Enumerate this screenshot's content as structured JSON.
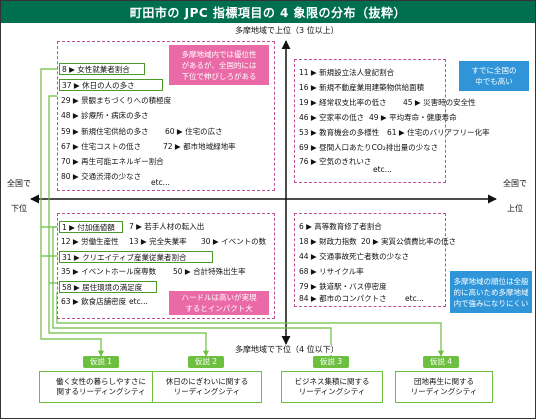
{
  "title": "町田市の JPC 指標項目の 4 象限の分布（抜粋）",
  "axes": {
    "top": "多摩地域で上位（3 位以上）",
    "bottom": "多摩地域で下位（4 位以下）",
    "left_line1": "全国で",
    "left_line2": "下位",
    "right_line1": "全国で",
    "right_line2": "上位"
  },
  "notes": {
    "top_left": [
      "多摩地域内では優位性",
      "があるが、全国的には",
      "下位で伸びしろがある"
    ],
    "bottom_left": [
      "ハードルは高いが実現",
      "するとインパクト大"
    ],
    "top_right": [
      "すでに全国の",
      "中でも高い"
    ],
    "bottom_right": [
      "多摩地域の順位は全般",
      "的に高いため多摩地域",
      "内で強みになりにくい"
    ]
  },
  "quadrants": {
    "top_left": {
      "items": [
        {
          "text": "8 ▶ 女性就業者割合"
        },
        {
          "text": "37 ▶ 休日の人の多さ"
        },
        {
          "text": "29 ▶ 景観まちづくりへの積極度"
        },
        {
          "text": "48 ▶ 診療所・病床の多さ"
        },
        {
          "text": "59 ▶ 新規住宅供給の多さ"
        },
        {
          "text": "60 ▶ 住宅の広さ"
        },
        {
          "text": "67 ▶ 住宅コストの低さ"
        },
        {
          "text": "72 ▶ 都市地域緑地率"
        },
        {
          "text": "70 ▶ 再生可能エネルギー割合"
        },
        {
          "text": "80 ▶ 交通渋滞の少なさ"
        }
      ],
      "etc": "etc..."
    },
    "top_right": {
      "items": [
        {
          "text": "11 ▶ 新規設立法人登記割合"
        },
        {
          "text": "16 ▶ 新規不動産業用建築物供給面積"
        },
        {
          "text": "19 ▶ 経常収支比率の低さ"
        },
        {
          "text": "45 ▶ 災害時の安全性"
        },
        {
          "text": "46 ▶ 空家率の低さ"
        },
        {
          "text": "49 ▶ 平均寿命・健康寿命"
        },
        {
          "text": "53 ▶ 教育機会の多様性"
        },
        {
          "text": "61 ▶ 住宅のバリアフリー化率"
        },
        {
          "text": "69 ▶ 昼間人口あたりCO₂排出量の少なさ"
        },
        {
          "text": "76 ▶ 空気のきれいさ"
        }
      ],
      "etc": "etc..."
    },
    "bottom_left": {
      "items": [
        {
          "text": "1 ▶ 付加価値額"
        },
        {
          "text": "7 ▶ 若手人材の転入出"
        },
        {
          "text": "12 ▶ 労働生産性"
        },
        {
          "text": "13 ▶ 完全失業率"
        },
        {
          "text": "30 ▶ イベントの数"
        },
        {
          "text": "31 ▶ クリエイティブ産業従業者割合"
        },
        {
          "text": "35 ▶ イベントホール席専数"
        },
        {
          "text": "50 ▶ 合計特殊出生率"
        },
        {
          "text": "58 ▶ 居住環境の満足度"
        },
        {
          "text": "63 ▶ 飲食店舗密度"
        }
      ],
      "etc": "etc..."
    },
    "bottom_right": {
      "items": [
        {
          "text": "6 ▶ 高等教育修了者割合"
        },
        {
          "text": "18 ▶ 財政力指数"
        },
        {
          "text": "20 ▶ 実質公債費比率の低さ"
        },
        {
          "text": "44 ▶ 交通事故死亡者数の少なさ"
        },
        {
          "text": "68 ▶ リサイクル率"
        },
        {
          "text": "79 ▶ 鉄道駅・バス停密度"
        },
        {
          "text": "84 ▶ 都市のコンパクトさ"
        }
      ],
      "etc": "etc..."
    }
  },
  "hypotheses": [
    {
      "tag": "仮説 1",
      "line1": "働く女性の暮らしやすさに",
      "line2": "関するリーディングシティ"
    },
    {
      "tag": "仮説 2",
      "line1": "休日のにぎわいに関する",
      "line2": "リーディングシティ"
    },
    {
      "tag": "仮説 3",
      "line1": "ビジネス集積に関する",
      "line2": "リーディングシティ"
    },
    {
      "tag": "仮説 4",
      "line1": "団地再生に関する",
      "line2": "リーディングシティ"
    }
  ],
  "colors": {
    "title_bg": "#006f4f",
    "highlight_border": "#4a9a2a",
    "quadrant_dash": "#c0508f",
    "note_pink": "#ea6aa7",
    "note_blue": "#2f95d8",
    "hypothesis_green": "#6cbf3f"
  }
}
